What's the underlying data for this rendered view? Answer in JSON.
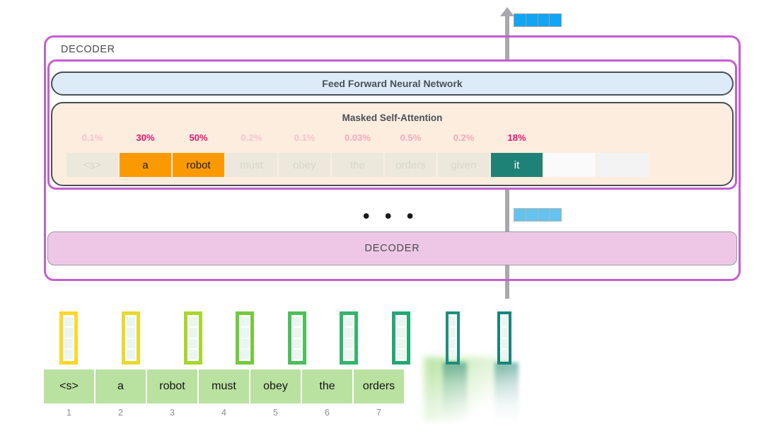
{
  "diagram": {
    "flow_arrow": "upward-flow-arrow"
  },
  "output_vectors": {
    "top": {
      "name": "output-vector-final",
      "cells": 4,
      "color": "#12a5f4"
    },
    "middle": {
      "name": "output-vector-intermediate",
      "cells": 4,
      "color": "#64c3ef"
    }
  },
  "decoder_outer": {
    "label": "DECODER",
    "border_color": "#c45fd0"
  },
  "feed_forward": {
    "label": "Feed Forward Neural Network",
    "background": "#ddebf9",
    "border_color": "#4a4f56"
  },
  "masked_self_attention": {
    "label": "Masked Self-Attention",
    "background": "#fceddf",
    "border_color": "#4a4f56",
    "percentages": [
      {
        "value": "0.1%",
        "emphasis": "dim"
      },
      {
        "value": "30%",
        "emphasis": "hot"
      },
      {
        "value": "50%",
        "emphasis": "hot"
      },
      {
        "value": "0.2%",
        "emphasis": "dim"
      },
      {
        "value": "0.1%",
        "emphasis": "dim"
      },
      {
        "value": "0.03%",
        "emphasis": "mid"
      },
      {
        "value": "0.5%",
        "emphasis": "mid"
      },
      {
        "value": "0.2%",
        "emphasis": "mid"
      },
      {
        "value": "18%",
        "emphasis": "hot"
      }
    ],
    "tokens": [
      {
        "text": "<s>",
        "state": "muted"
      },
      {
        "text": "a",
        "state": "active"
      },
      {
        "text": "robot",
        "state": "active"
      },
      {
        "text": "must",
        "state": "muted"
      },
      {
        "text": "obey",
        "state": "muted"
      },
      {
        "text": "the",
        "state": "muted"
      },
      {
        "text": "orders",
        "state": "muted"
      },
      {
        "text": "given",
        "state": "muted"
      },
      {
        "text": "it",
        "state": "focus"
      },
      {
        "text": "",
        "state": "empty"
      },
      {
        "text": "",
        "state": "empty2"
      }
    ]
  },
  "ellipsis": "• • •",
  "decoder_lower": {
    "label": "DECODER",
    "background": "#eec7e7"
  },
  "embeddings": {
    "name": "input-embedding-vectors",
    "cells_per_vector": 4,
    "colors": [
      "#ffd72b",
      "#e8d930",
      "#a8d62e",
      "#74ca3e",
      "#4cc05a",
      "#33b56b",
      "#23a873",
      "#1f8f7e",
      "#16857a"
    ]
  },
  "words": {
    "items": [
      "<s>",
      "a",
      "robot",
      "must",
      "obey",
      "the",
      "orders"
    ],
    "background": "#b9e2a0"
  },
  "numbers": [
    "1",
    "2",
    "3",
    "4",
    "5",
    "6",
    "7"
  ]
}
